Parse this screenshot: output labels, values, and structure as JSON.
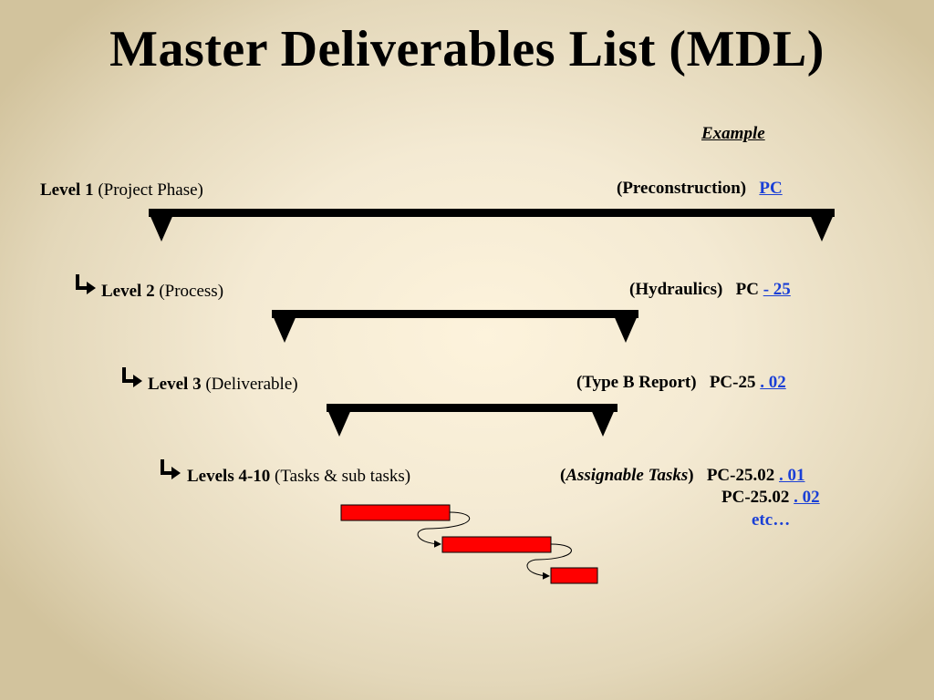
{
  "title": "Master Deliverables List (MDL)",
  "example_label": "Example",
  "levels": [
    {
      "level": "Level 1",
      "desc": "(Project Phase)",
      "example_name": "(Preconstruction)",
      "code_prefix": "",
      "code_link": "PC"
    },
    {
      "level": "Level 2",
      "desc": "(Process)",
      "example_name": "(Hydraulics)",
      "code_prefix": "PC ",
      "code_link": "- 25"
    },
    {
      "level": "Level 3",
      "desc": "(Deliverable)",
      "example_name": "(Type B Report)",
      "code_prefix": "PC-25 ",
      "code_link": ". 02"
    },
    {
      "level": "Levels 4-10",
      "desc": "(Tasks & sub tasks)",
      "example_name_open": "(",
      "example_name_italic": "Assignable Tasks",
      "example_name_close": ")",
      "code_prefix": "PC-25.02 ",
      "code_link": ". 01"
    }
  ],
  "extra_codes": [
    {
      "code_prefix": "PC-25.02 ",
      "code_link": ". 02"
    }
  ],
  "etc": "etc…",
  "colors": {
    "task_bar": "#ff0000",
    "link": "#1a3fd6",
    "bracket": "#000000"
  }
}
